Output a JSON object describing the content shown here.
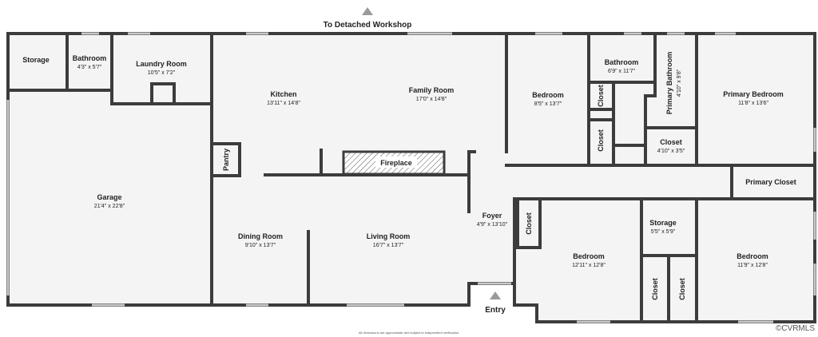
{
  "header": {
    "workshop_label": "To Detached Workshop",
    "entry_label": "Entry"
  },
  "rooms": {
    "storage_nw": {
      "name": "Storage"
    },
    "bathroom_nw": {
      "name": "Bathroom",
      "dims": "4'3\" x 5'7\""
    },
    "laundry": {
      "name": "Laundry Room",
      "dims": "10'5\" x 7'2\""
    },
    "kitchen": {
      "name": "Kitchen",
      "dims": "13'11\" x 14'8\""
    },
    "family": {
      "name": "Family Room",
      "dims": "17'0\" x 14'8\""
    },
    "bedroom_ne": {
      "name": "Bedroom",
      "dims": "8'5\" x 13'7\""
    },
    "bathroom_ne": {
      "name": "Bathroom",
      "dims": "6'9\" x 11'7\""
    },
    "primary_bath": {
      "name": "Primary Bathroom",
      "dims": "4'10\" x 9'8\""
    },
    "primary_bed": {
      "name": "Primary Bedroom",
      "dims": "11'8\" x 13'6\""
    },
    "closet_a": {
      "name": "Closet"
    },
    "closet_b": {
      "name": "Closet"
    },
    "closet_c": {
      "name": "Closet",
      "dims": "4'10\" x 3'5\""
    },
    "primary_closet": {
      "name": "Primary Closet"
    },
    "pantry": {
      "name": "Pantry"
    },
    "fireplace": {
      "name": "Fireplace"
    },
    "garage": {
      "name": "Garage",
      "dims": "21'4\" x 22'8\""
    },
    "dining": {
      "name": "Dining Room",
      "dims": "9'10\" x 13'7\""
    },
    "living": {
      "name": "Living Room",
      "dims": "16'7\" x 13'7\""
    },
    "foyer": {
      "name": "Foyer",
      "dims": "4'9\" x 13'10\""
    },
    "closet_foyer": {
      "name": "Closet"
    },
    "storage_se": {
      "name": "Storage",
      "dims": "5'5\" x 5'9\""
    },
    "bedroom_s1": {
      "name": "Bedroom",
      "dims": "12'11\" x 12'8\""
    },
    "bedroom_s2": {
      "name": "Bedroom",
      "dims": "11'9\" x 12'8\""
    },
    "closet_s1": {
      "name": "Closet"
    },
    "closet_s2": {
      "name": "Closet"
    }
  },
  "footer": {
    "disclaimer": "All dimensions are approximate and subject to independent verification.",
    "brand": "©CVRMLS"
  },
  "colors": {
    "floor": "#f4f4f4",
    "wall": "#3c3c3c",
    "window": "#c9c9c9",
    "arrow": "#9a9a9a"
  }
}
